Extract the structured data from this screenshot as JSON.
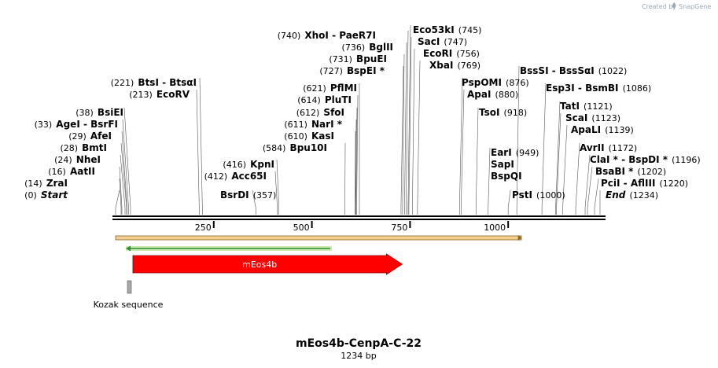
{
  "watermark": {
    "text": "Created by",
    "brand": "SnapGene"
  },
  "plasmid": {
    "name": "mEos4b-CenpA-C-22",
    "length_label": "1234 bp",
    "length": 1234
  },
  "ruler": {
    "ticks": [
      "250",
      "500",
      "750",
      "1000"
    ],
    "tick_values": [
      250,
      500,
      750,
      1000
    ]
  },
  "sites": [
    {
      "name": "Start",
      "pos": 0,
      "pos_label": "(0)",
      "italic": true
    },
    {
      "name": "ZraI",
      "pos": 14,
      "pos_label": "(14)"
    },
    {
      "name": "AatII",
      "pos": 16,
      "pos_label": "(16)"
    },
    {
      "name": "NheI",
      "pos": 24,
      "pos_label": "(24)"
    },
    {
      "name": "BmtI",
      "pos": 28,
      "pos_label": "(28)"
    },
    {
      "name": "AfeI",
      "pos": 29,
      "pos_label": "(29)"
    },
    {
      "name": "AgeI",
      "name2": "BsrFI",
      "pos": 33,
      "pos_label": "(33)"
    },
    {
      "name": "BsiEI",
      "pos": 38,
      "pos_label": "(38)"
    },
    {
      "name": "EcoRV",
      "pos": 213,
      "pos_label": "(213)"
    },
    {
      "name": "BtsI",
      "name2": "BtsαI",
      "pos": 221,
      "pos_label": "(221)"
    },
    {
      "name": "BsrDI",
      "pos": 357,
      "pos_label": "(357)"
    },
    {
      "name": "Acc65I",
      "pos": 412,
      "pos_label": "(412)"
    },
    {
      "name": "KpnI",
      "pos": 416,
      "pos_label": "(416)"
    },
    {
      "name": "Bpu10I",
      "pos": 584,
      "pos_label": "(584)"
    },
    {
      "name": "KasI",
      "pos": 610,
      "pos_label": "(610)"
    },
    {
      "name": "NarI *",
      "pos": 611,
      "pos_label": "(611)"
    },
    {
      "name": "SfoI",
      "pos": 612,
      "pos_label": "(612)"
    },
    {
      "name": "PluTI",
      "pos": 614,
      "pos_label": "(614)"
    },
    {
      "name": "PflMI",
      "pos": 621,
      "pos_label": "(621)"
    },
    {
      "name": "BspEI *",
      "pos": 727,
      "pos_label": "(727)"
    },
    {
      "name": "BpuEI",
      "pos": 731,
      "pos_label": "(731)"
    },
    {
      "name": "BglII",
      "pos": 736,
      "pos_label": "(736)"
    },
    {
      "name": "XhoI",
      "name2": "PaeR7I",
      "pos": 740,
      "pos_label": "(740)"
    },
    {
      "name": "Eco53kI",
      "pos": 745,
      "pos_label": "(745)"
    },
    {
      "name": "SacI",
      "pos": 747,
      "pos_label": "(747)"
    },
    {
      "name": "EcoRI",
      "pos": 756,
      "pos_label": "(756)"
    },
    {
      "name": "XbaI",
      "pos": 769,
      "pos_label": "(769)"
    },
    {
      "name": "PspOMI",
      "pos": 876,
      "pos_label": "(876)"
    },
    {
      "name": "ApaI",
      "pos": 880,
      "pos_label": "(880)"
    },
    {
      "name": "TsoI",
      "pos": 918,
      "pos_label": "(918)"
    },
    {
      "name": "EarI",
      "pos": 949,
      "pos_label": "(949)"
    },
    {
      "name": "SapI",
      "pos": 949,
      "pos_label": ""
    },
    {
      "name": "BspQI",
      "pos": 949,
      "pos_label": ""
    },
    {
      "name": "PstI",
      "pos": 1000,
      "pos_label": "(1000)"
    },
    {
      "name": "BssSI",
      "name2": "BssSαI",
      "pos": 1022,
      "pos_label": "(1022)"
    },
    {
      "name": "Esp3I",
      "name2": "BsmBI",
      "pos": 1086,
      "pos_label": "(1086)"
    },
    {
      "name": "TatI",
      "pos": 1121,
      "pos_label": "(1121)"
    },
    {
      "name": "ScaI",
      "pos": 1123,
      "pos_label": "(1123)"
    },
    {
      "name": "ApaLI",
      "pos": 1139,
      "pos_label": "(1139)"
    },
    {
      "name": "AvrII",
      "pos": 1172,
      "pos_label": "(1172)"
    },
    {
      "name": "ClaI *",
      "name2": "BspDI *",
      "pos": 1196,
      "pos_label": "(1196)"
    },
    {
      "name": "BsaBI *",
      "pos": 1202,
      "pos_label": "(1202)"
    },
    {
      "name": "PciI",
      "name2": "AflIII",
      "pos": 1220,
      "pos_label": "(1220)"
    },
    {
      "name": "End",
      "pos": 1234,
      "pos_label": "(1234)",
      "italic": true
    }
  ],
  "features": [
    {
      "name": "mEos4b",
      "start": 44,
      "end": 730,
      "direction": "forward",
      "color": "#ff0000",
      "label_inside": true
    },
    {
      "name": "Kozak sequence",
      "start": 38,
      "end": 48,
      "color": "#a9a9a9"
    }
  ],
  "colors": {
    "orf_fill": "#f4cf8f",
    "orf_border": "#8a6a2a",
    "green_fill": "#cfe9b4",
    "green_line": "#2f8f2f"
  }
}
